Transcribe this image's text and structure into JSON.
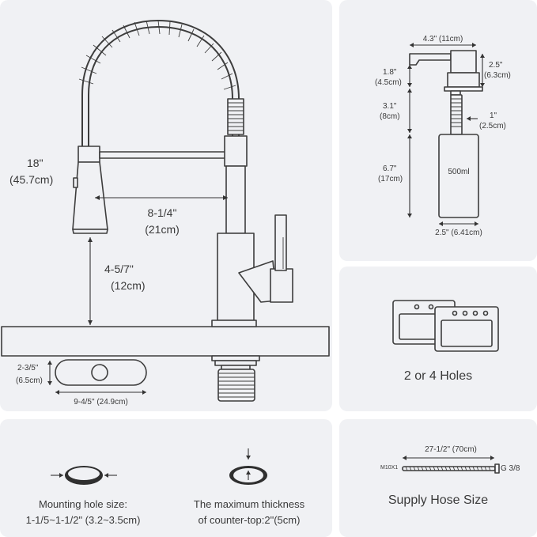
{
  "faucet": {
    "height_in": "18\"",
    "height_cm": "(45.7cm)",
    "reach_in": "8-1/4\"",
    "reach_cm": "(21cm)",
    "spout_in": "4-5/7\"",
    "spout_cm": "(12cm)",
    "deck_height_in": "2-3/5\"",
    "deck_height_cm": "(6.5cm)",
    "deck_width": "9-4/5\" (24.9cm)"
  },
  "dispenser": {
    "width": "4.3\" (11cm)",
    "pump_in": "1.8\"",
    "pump_cm": "(4.5cm)",
    "head_in": "2.5\"",
    "head_cm": "(6.3cm)",
    "shank_in": "3.1\"",
    "shank_cm": "(8cm)",
    "thread_in": "1\"",
    "thread_cm": "(2.5cm)",
    "bottle_in": "6.7\"",
    "bottle_cm": "(17cm)",
    "capacity": "500ml",
    "bottle_width": "2.5\" (6.41cm)"
  },
  "holes": {
    "label": "2 or 4 Holes"
  },
  "mounting": {
    "line1": "Mounting hole size:",
    "line2": "1-1/5~1-1/2\" (3.2~3.5cm)"
  },
  "thickness": {
    "line1": "The maximum thickness",
    "line2": "of counter-top:2\"(5cm)"
  },
  "hose": {
    "length": "27-1/2\" (70cm)",
    "left_thread": "M10X1",
    "right_thread": "G 3/8",
    "label": "Supply Hose Size"
  },
  "colors": {
    "panel": "#f0f1f4",
    "stroke": "#3d3d3d",
    "text": "#3a3a3a"
  }
}
